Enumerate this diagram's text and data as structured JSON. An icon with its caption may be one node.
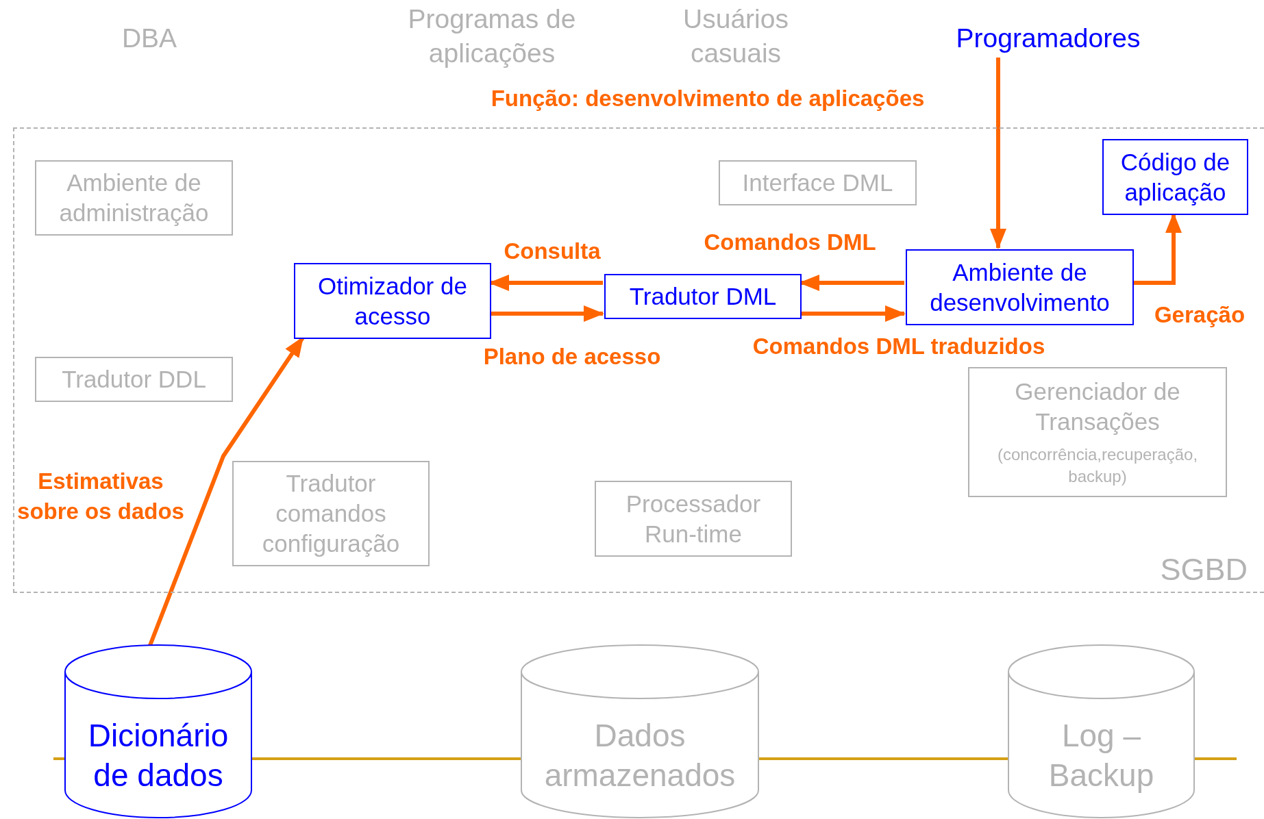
{
  "diagram": {
    "nodes": [
      {
        "text": [
          "Programadores"
        ]
      },
      {
        "text": [
          "SGBD"
        ]
      },
      {
        "text": [
          "Ambiente de administração"
        ],
        "in": 1
      },
      {
        "text": [
          "Interface DML"
        ],
        "in": 1
      },
      {
        "text": [
          "Código de aplicação"
        ],
        "in": 1
      },
      {
        "text": [
          "Otimizador de acesso"
        ],
        "in": 1
      },
      {
        "text": [
          "Tradutor DML"
        ],
        "in": 1
      },
      {
        "text": [
          "Ambiente de desenvolvimento"
        ],
        "in": 1
      },
      {
        "text": [
          "Tradutor DDL"
        ],
        "in": 1
      },
      {
        "text": [
          "Gerenciador de Transações",
          "(concorrência,recuperação, backup)"
        ],
        "in": 1
      },
      {
        "text": [
          "Tradutor comandos configuração"
        ],
        "in": 1
      },
      {
        "text": [
          "Processador Run-time"
        ],
        "in": 1
      },
      {
        "text": [
          "Dicionário de dados"
        ]
      },
      {
        "text": [
          "Dados armazenados"
        ]
      },
      {
        "text": [
          "Log – Backup"
        ]
      }
    ],
    "edges": [
      {
        "from": 0,
        "to": 7,
        "arrow": "to"
      },
      {
        "from": 6,
        "to": 5,
        "arrow": "to",
        "label": "Consulta"
      },
      {
        "from": 5,
        "to": 6,
        "arrow": "to",
        "label": "Plano de acesso"
      },
      {
        "from": 7,
        "to": 6,
        "arrow": "to",
        "label": "Comandos DML"
      },
      {
        "from": 6,
        "to": 7,
        "arrow": "to",
        "label": "Comandos DML traduzidos"
      },
      {
        "from": 7,
        "to": 4,
        "arrow": "to",
        "label": "Geração"
      },
      {
        "from": 12,
        "to": 5,
        "arrow": "to",
        "label": "Estimativas sobre os dados"
      },
      {
        "from": 12,
        "to": 13,
        "arrow": "none",
        "color": "#d4a017"
      },
      {
        "from": 13,
        "to": 14,
        "arrow": "none",
        "color": "#d4a017"
      }
    ],
    "labels": [
      "DBA",
      "Programas de aplicações",
      "Usuários casuais",
      "Função: desenvolvimento de aplicações"
    ]
  }
}
